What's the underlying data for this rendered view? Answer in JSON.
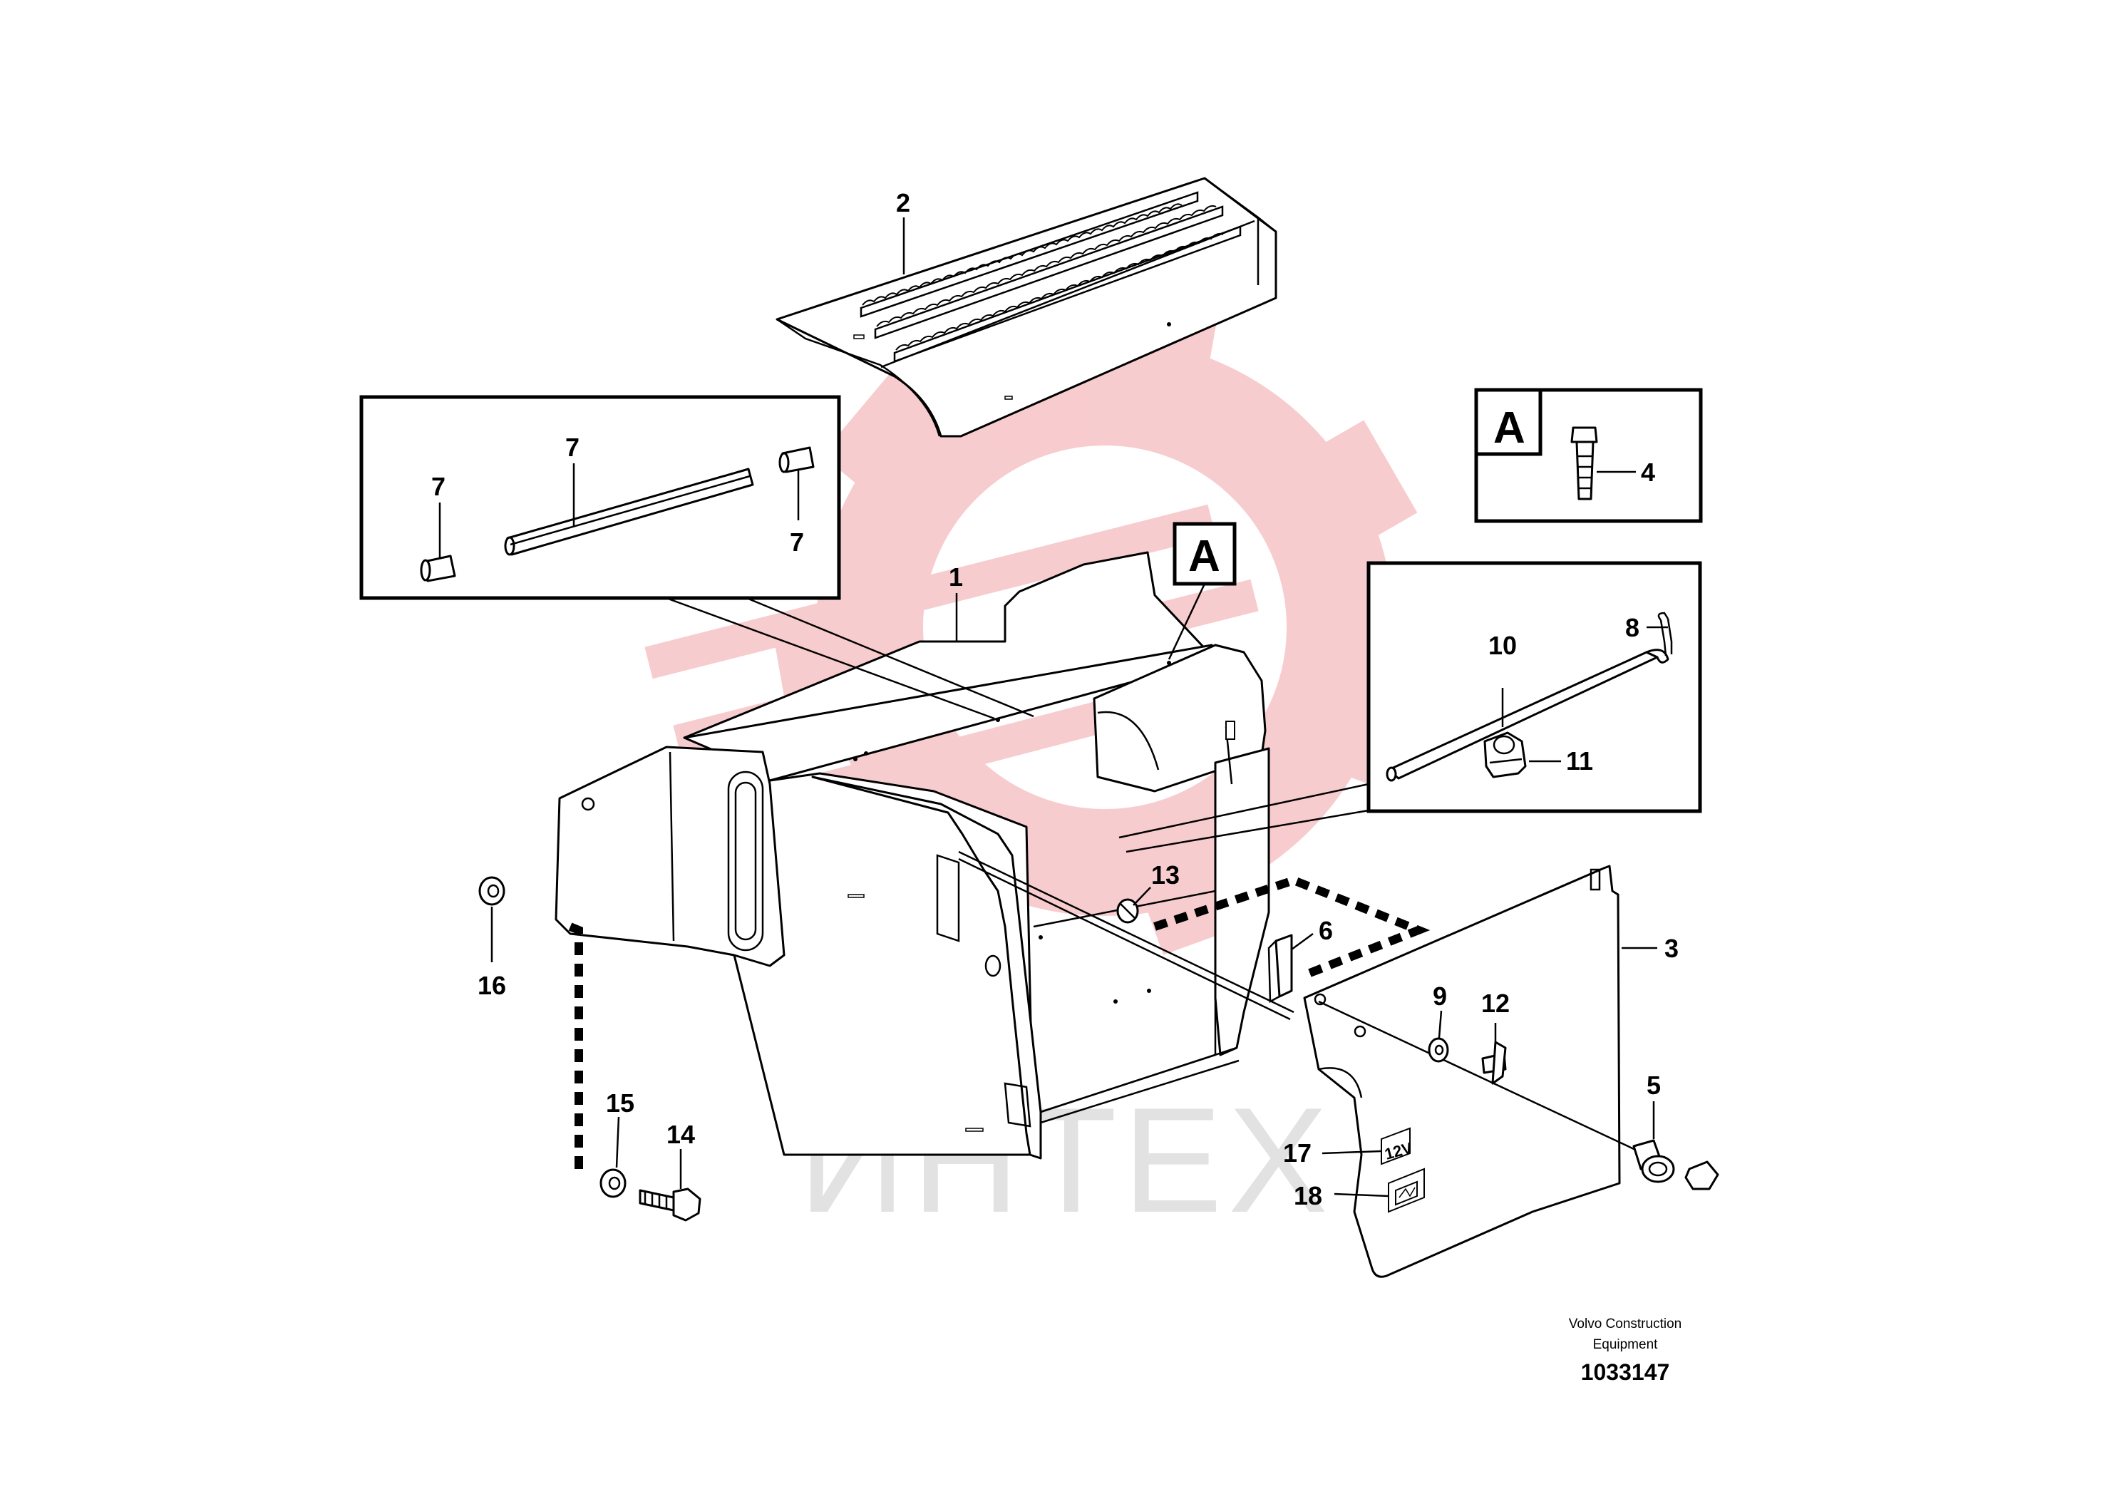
{
  "watermark": {
    "text": "ИНТЕХ",
    "gear_color": "#f7c7c9",
    "text_color": "#e2e2e2"
  },
  "detail_box_A": {
    "label": "A",
    "callout": "4"
  },
  "reference_label": "A",
  "callouts": {
    "c1": "1",
    "c2": "2",
    "c3": "3",
    "c4": "4",
    "c5": "5",
    "c6": "6",
    "c7a": "7",
    "c7b": "7",
    "c7c": "7",
    "c8": "8",
    "c9": "9",
    "c10": "10",
    "c11": "11",
    "c12": "12",
    "c13": "13",
    "c14": "14",
    "c15": "15",
    "c16": "16",
    "c17": "17",
    "c18": "18"
  },
  "decal_text": "12V",
  "footer": {
    "company_line1": "Volvo Construction",
    "company_line2": "Equipment",
    "drawing_number": "1033147"
  }
}
